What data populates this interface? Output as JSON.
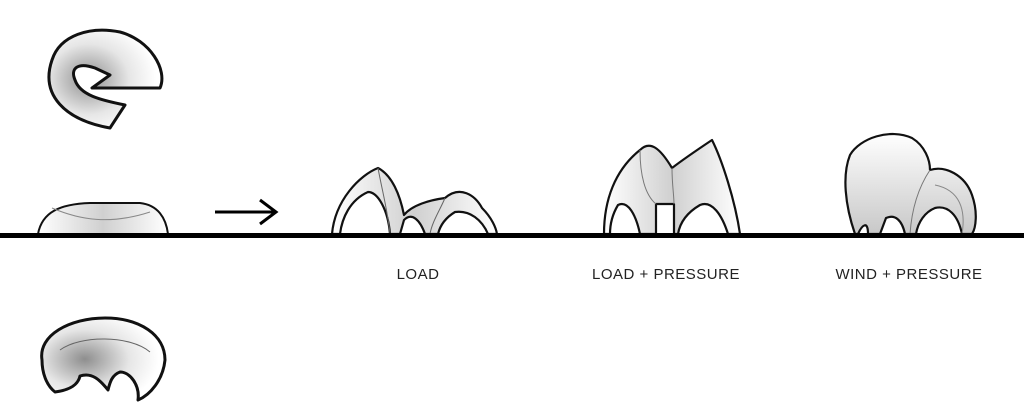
{
  "labels": {
    "load": "LOAD",
    "load_pressure": "LOAD + PRESSURE",
    "wind_pressure": "WIND + PRESSURE"
  },
  "colors": {
    "ground": "#000000",
    "stroke": "#111111",
    "shade": "#9a9a9a"
  }
}
